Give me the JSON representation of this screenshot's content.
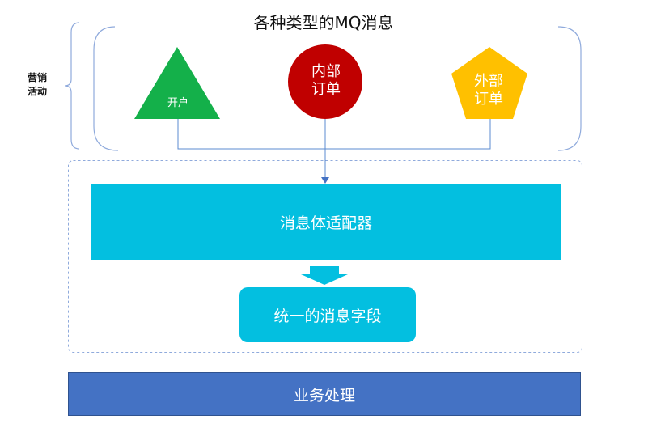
{
  "title": "各种类型的MQ消息",
  "side_label": "营销\n活动",
  "sources": {
    "kaihu": {
      "label": "开户",
      "icon": "triangle-shape",
      "color": "#14b04a"
    },
    "internal_order": {
      "label": "内部\n订单",
      "icon": "circle-shape",
      "color": "#c00000"
    },
    "external_order": {
      "label": "外部\n订单",
      "icon": "pentagon-shape",
      "color": "#ffc000"
    }
  },
  "adapter": {
    "label": "消息体适配器",
    "color": "#03bfe0"
  },
  "unified": {
    "label": "统一的消息字段",
    "color": "#03bfe0"
  },
  "business": {
    "label": "业务处理",
    "color": "#4472c4"
  }
}
